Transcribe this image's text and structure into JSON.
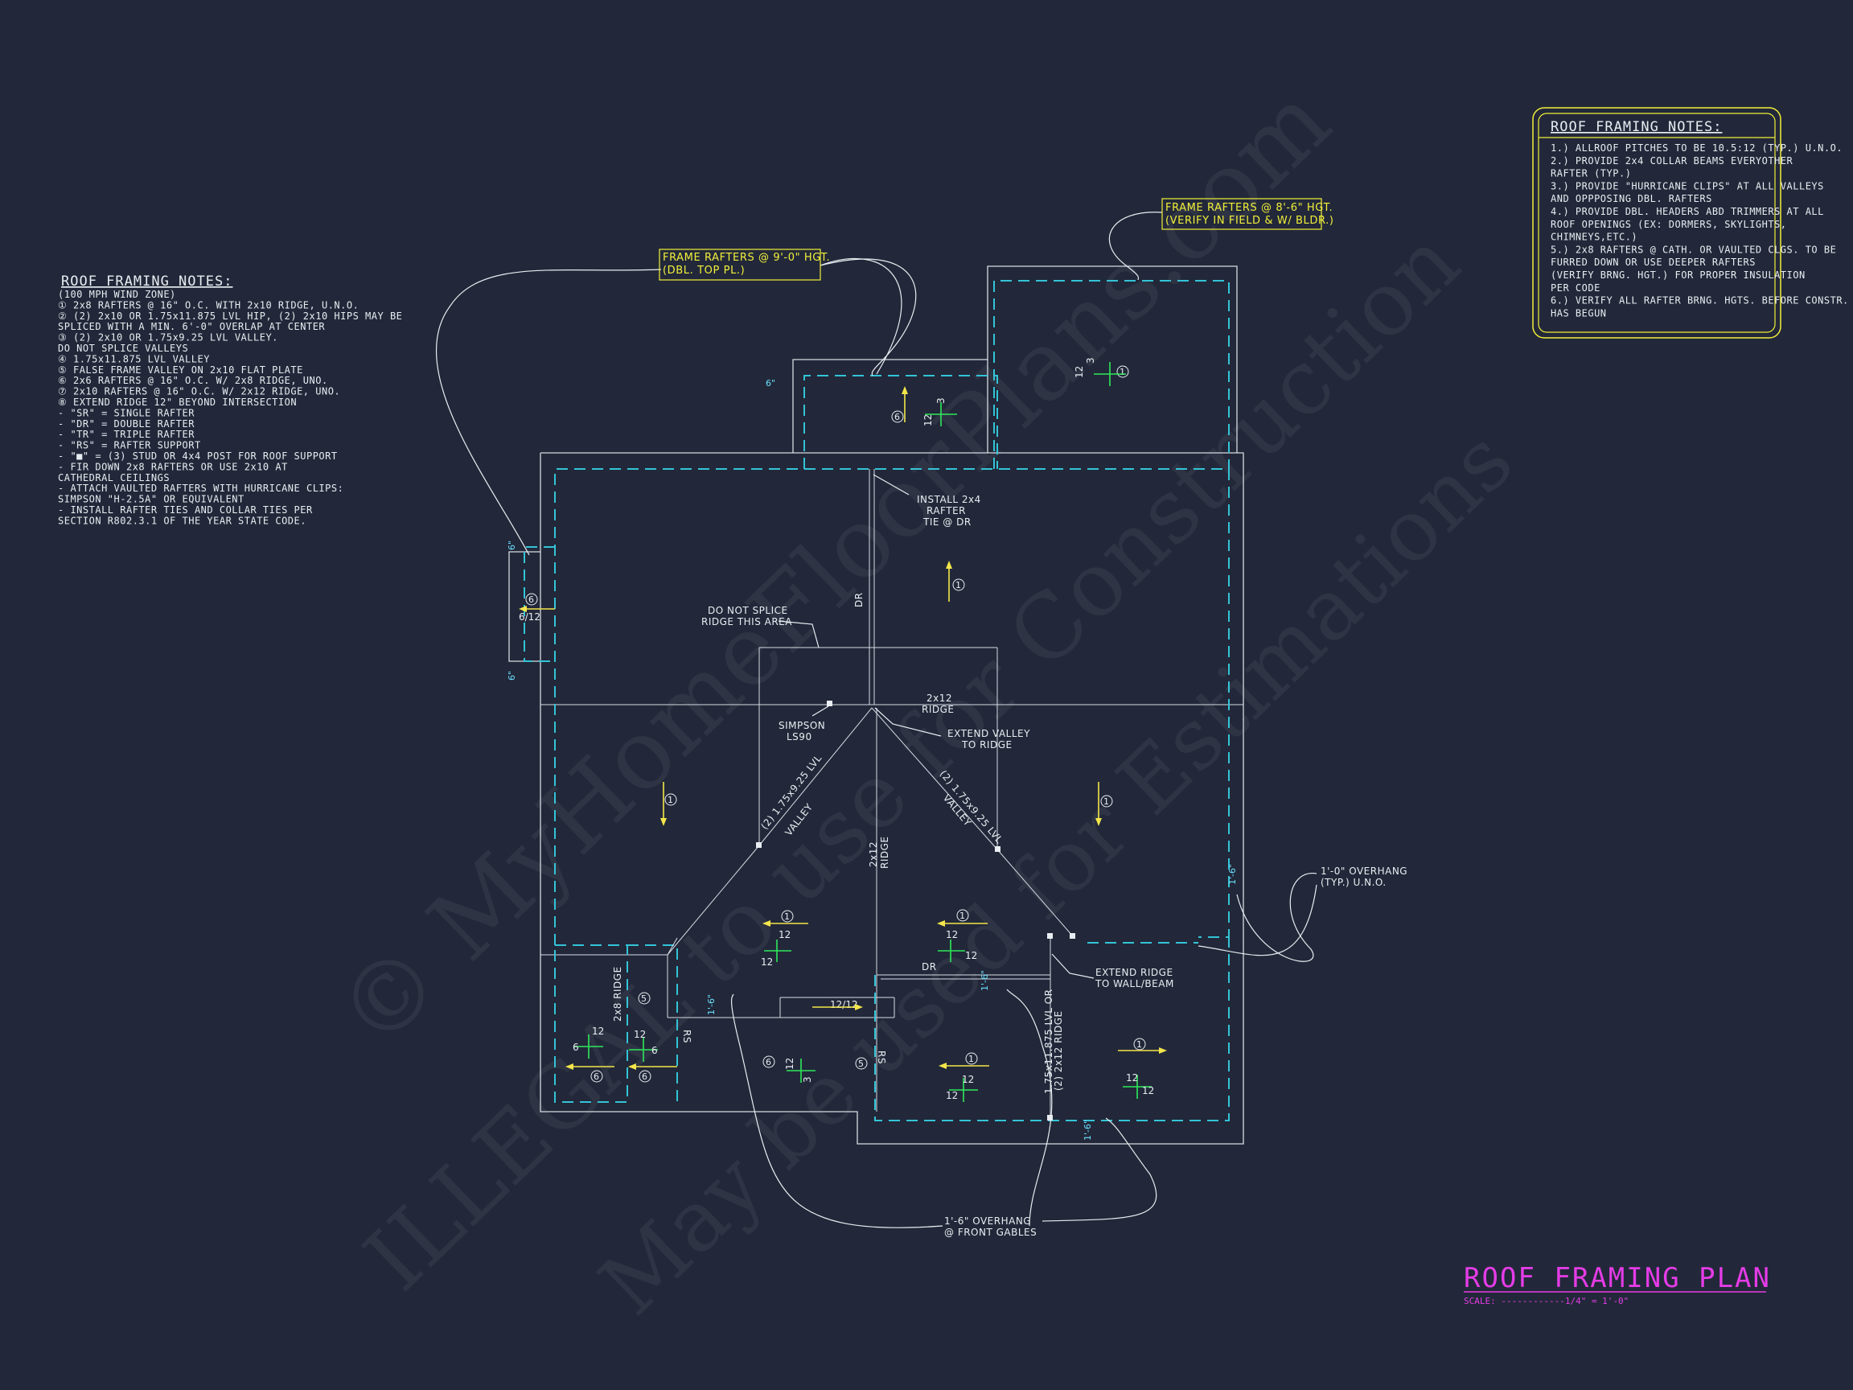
{
  "plan_title": "ROOF FRAMING PLAN",
  "scale_label": "SCALE: ------------1/4\" = 1'-0\"",
  "colors": {
    "background": "#222839",
    "walls": "#d7dbe2",
    "overhang_dashed": "#33c4d7",
    "callout_yellow": "#f2ef3a",
    "pitch_green": "#2ee85a",
    "title_magenta": "#e43ce6"
  },
  "watermark": {
    "line1": "© MyHomeFloorPlans.com",
    "line2": "ILLEGAL to use for Construction",
    "line3": "May be used for Estimations"
  },
  "left_notes": {
    "title": "ROOF FRAMING NOTES:",
    "lines": [
      "(100 MPH WIND ZONE)",
      "① 2x8 RAFTERS @ 16\" O.C. WITH 2x10 RIDGE, U.N.O.",
      "② (2) 2x10 OR 1.75x11.875 LVL HIP, (2) 2x10 HIPS MAY BE",
      "   SPLICED WITH A MIN. 6'-0\" OVERLAP AT CENTER",
      "③ (2) 2x10 OR 1.75x9.25 LVL VALLEY.",
      "   DO NOT SPLICE VALLEYS",
      "④ 1.75x11.875 LVL VALLEY",
      "⑤ FALSE FRAME VALLEY ON 2x10 FLAT PLATE",
      "⑥ 2x6 RAFTERS @ 16\" O.C. W/ 2x8 RIDGE, UNO.",
      "⑦ 2x10 RAFTERS @ 16\" O.C. W/ 2x12 RIDGE, UNO.",
      "⑧ EXTEND RIDGE 12\" BEYOND INTERSECTION",
      "-  \"SR\" = SINGLE RAFTER",
      "-  \"DR\" = DOUBLE RAFTER",
      "-  \"TR\" = TRIPLE RAFTER",
      "-  \"RS\" = RAFTER SUPPORT",
      "-  \"■\" = (3) STUD OR 4x4 POST FOR ROOF SUPPORT",
      "-  FIR DOWN 2x8 RAFTERS OR USE 2x10 AT",
      "   CATHEDRAL CEILINGS",
      "-  ATTACH VAULTED RAFTERS WITH HURRICANE CLIPS:",
      "   SIMPSON \"H-2.5A\" OR EQUIVALENT",
      "-  INSTALL RAFTER TIES AND COLLAR TIES PER",
      "   SECTION R802.3.1 OF THE YEAR STATE CODE."
    ]
  },
  "right_notes": {
    "title": "ROOF FRAMING NOTES:",
    "lines": [
      "1.) ALLROOF PITCHES TO BE 10.5:12 (TYP.) U.N.O.",
      "2.) PROVIDE 2x4 COLLAR BEAMS EVERYOTHER",
      "    RAFTER (TYP.)",
      "3.) PROVIDE \"HURRICANE CLIPS\" AT ALL VALLEYS",
      "    AND OPPPOSING DBL. RAFTERS",
      "4.) PROVIDE DBL. HEADERS ABD TRIMMERS AT ALL",
      "    ROOF OPENINGS (EX: DORMERS, SKYLIGHTS,",
      "    CHIMNEYS,ETC.)",
      "5.) 2x8 RAFTERS @ CATH. OR VAULTED CLGS. TO BE",
      "    FURRED DOWN OR USE DEEPER RAFTERS",
      "    (VERIFY BRNG. HGT.) FOR PROPER INSULATION",
      "    PER CODE",
      "6.) VERIFY ALL RAFTER BRNG. HGTS. BEFORE CONSTR.",
      "    HAS BEGUN"
    ]
  },
  "callouts": {
    "frame_9ft_line1": "FRAME RAFTERS @ 9'-0\" HGT.",
    "frame_9ft_line2": "(DBL. TOP PL.)",
    "frame_8ft_line1": "FRAME RAFTERS @ 8'-6\" HGT.",
    "frame_8ft_line2": "(VERIFY IN FIELD & W/ BLDR.)",
    "install_tie_line1": "INSTALL 2x4",
    "install_tie_line2": "RAFTER",
    "install_tie_line3": "TIE @ DR",
    "no_splice_line1": "DO NOT SPLICE",
    "no_splice_line2": "RIDGE THIS AREA",
    "simpson_line1": "SIMPSON",
    "simpson_line2": "LS90",
    "ridge_2x12_line1": "2x12",
    "ridge_2x12_line2": "RIDGE",
    "extend_valley_line1": "EXTEND VALLEY",
    "extend_valley_line2": "TO RIDGE",
    "valley_left_line1": "(2) 1.75x9.25 LVL",
    "valley_left_line2": "VALLEY",
    "valley_right_line1": "(2) 1.75x9.25 LVL",
    "valley_right_line2": "VALLEY",
    "ridge_2x12_vert": "2x12\nRIDGE",
    "ridge_2x12_vert_a": "2x12",
    "ridge_2x12_vert_b": "RIDGE",
    "overhang_typ_line1": "1'-0\" OVERHANG",
    "overhang_typ_line2": "(TYP.) U.N.O.",
    "extend_ridge_line1": "EXTEND RIDGE",
    "extend_ridge_line2": "TO WALL/BEAM",
    "overhang_front_line1": "1'-6\" OVERHANG",
    "overhang_front_line2": "@ FRONT GABLES",
    "ridge_2x8": "2x8 RIDGE",
    "lvl_ridge_line1": "1.75x11.875 LVL OR",
    "lvl_ridge_line2": "(2) 2x12 RIDGE",
    "dr_1": "DR",
    "dr_2": "DR",
    "rs_1": "RS",
    "rs_2": "RS",
    "pitch_6_12": "6/12",
    "pitch_12_12": "12/12"
  },
  "dimensions": {
    "six_in_a": "6\"",
    "six_in_b": "6\"",
    "six_in_c": "6\"",
    "one_six_a": "1'-6\"",
    "one_six_b": "1'-6\"",
    "one_six_c": "1'-6\"",
    "one_six_d": "1'-6\""
  },
  "tags": {
    "t1": "1",
    "t6": "6",
    "t5": "5",
    "p12": "12",
    "p3": "3",
    "p6": "6"
  }
}
